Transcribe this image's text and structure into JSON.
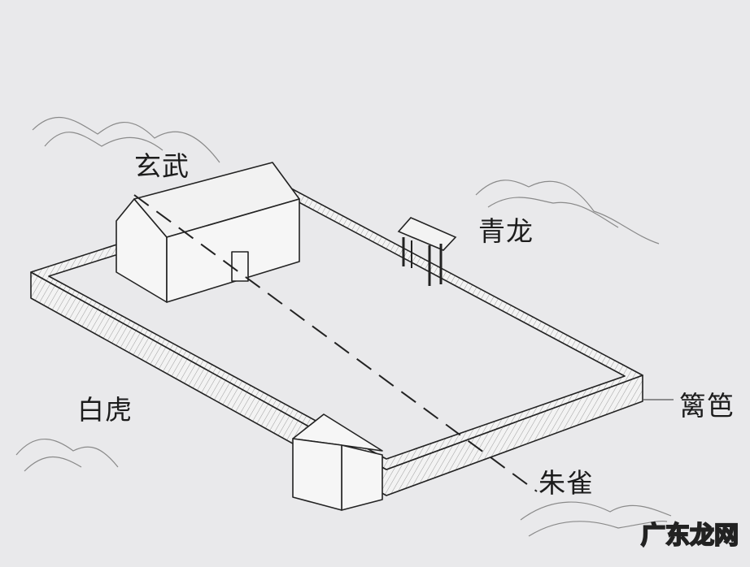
{
  "labels": {
    "north": "玄武",
    "east": "青龙",
    "west": "白虎",
    "south": "朱雀",
    "fence": "篱笆"
  },
  "watermark": "广东龙网",
  "colors": {
    "background": "#e9e9eb",
    "line": "#222222",
    "mountain": "#8a8a8a"
  }
}
